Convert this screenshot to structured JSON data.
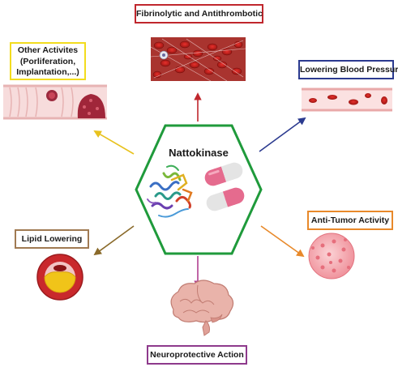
{
  "center": {
    "title": "Nattokinase"
  },
  "effects": {
    "fibrinolytic": {
      "label": "Fibrinolytic and Antithrombotic",
      "color": "#c0272d"
    },
    "blood_pressure": {
      "label": "Lowering Blood Pressure",
      "color": "#2b3a8f"
    },
    "anti_tumor": {
      "label": "Anti-Tumor Activity",
      "color": "#e8892a"
    },
    "neuroprotective": {
      "label": "Neuroprotective Action",
      "color": "#8e3a8c"
    },
    "lipid": {
      "label": "Lipid Lowering",
      "color": "#a07a52"
    },
    "other": {
      "line1": "Other Activites",
      "line2": "(Porliferation,",
      "line3": "Implantation,...)",
      "color": "#f2dc1e"
    }
  },
  "colors": {
    "hexagon": "#1f9a3b",
    "capsule_pink": "#e56b8e",
    "capsule_white": "#e4e4e4"
  },
  "icons": [
    "protein-structure-icon",
    "capsule-icon",
    "clot-icon",
    "blood-vessel-icon",
    "tumor-cell-icon",
    "brain-icon",
    "artery-plaque-icon",
    "intestine-icon"
  ]
}
